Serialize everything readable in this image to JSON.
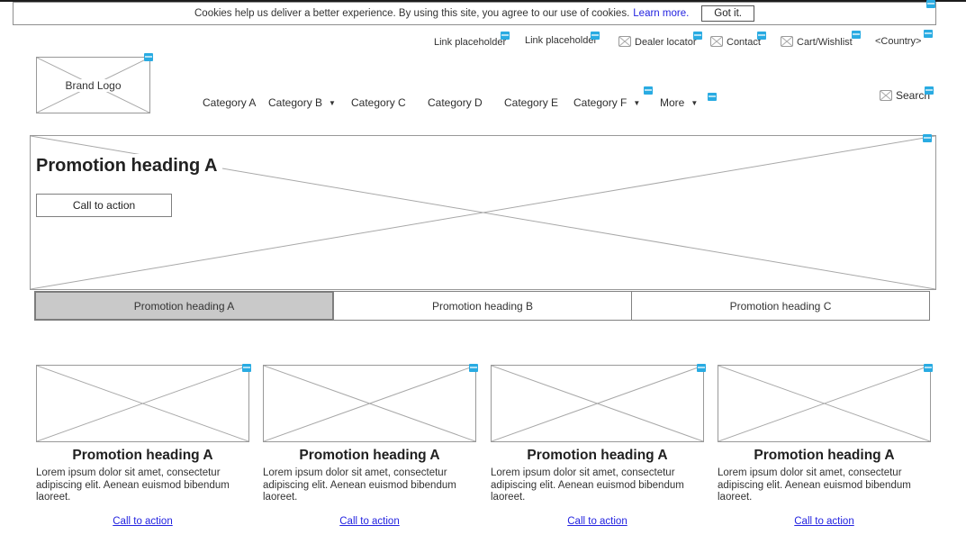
{
  "colors": {
    "marker_blue": "#29abe2",
    "link_blue": "#2323e0",
    "tab_selected_bg": "#c9c9c9"
  },
  "cookie_banner": {
    "message": "Cookies help us deliver a better experience. By using this site, you agree to our use of cookies.",
    "learn_more_label": "Learn more.",
    "got_it_label": "Got it."
  },
  "utility_nav": {
    "items": [
      {
        "label": "Link placeholder"
      },
      {
        "label": "Link placeholder"
      },
      {
        "label": "Dealer locator"
      },
      {
        "label": "Contact"
      },
      {
        "label": "Cart/Wishlist"
      },
      {
        "label": "<Country>"
      }
    ]
  },
  "brand": {
    "logo_label": "Brand Logo"
  },
  "main_nav": {
    "dropdown_glyph": "▼",
    "items": [
      {
        "label": "Category A"
      },
      {
        "label": "Category B"
      },
      {
        "label": "Category C"
      },
      {
        "label": "Category D"
      },
      {
        "label": "Category E"
      },
      {
        "label": "Category F"
      },
      {
        "label": "More"
      }
    ]
  },
  "search": {
    "label": "Search"
  },
  "hero": {
    "heading": "Promotion heading A",
    "cta_label": "Call to action"
  },
  "tabs": [
    {
      "label": "Promotion heading A",
      "selected": true
    },
    {
      "label": "Promotion heading B",
      "selected": false
    },
    {
      "label": "Promotion heading C",
      "selected": false
    }
  ],
  "cards": [
    {
      "heading": "Promotion heading A",
      "body": "Lorem ipsum dolor sit amet, consectetur adipiscing elit. Aenean euismod bibendum laoreet.",
      "cta_label": "Call to action"
    },
    {
      "heading": "Promotion heading A",
      "body": "Lorem ipsum dolor sit amet, consectetur adipiscing elit. Aenean euismod bibendum laoreet.",
      "cta_label": "Call to action"
    },
    {
      "heading": "Promotion heading A",
      "body": "Lorem ipsum dolor sit amet, consectetur adipiscing elit. Aenean euismod bibendum laoreet.",
      "cta_label": "Call to action"
    },
    {
      "heading": "Promotion heading A",
      "body": "Lorem ipsum dolor sit amet, consectetur adipiscing elit. Aenean euismod bibendum laoreet.",
      "cta_label": "Call to action"
    }
  ]
}
